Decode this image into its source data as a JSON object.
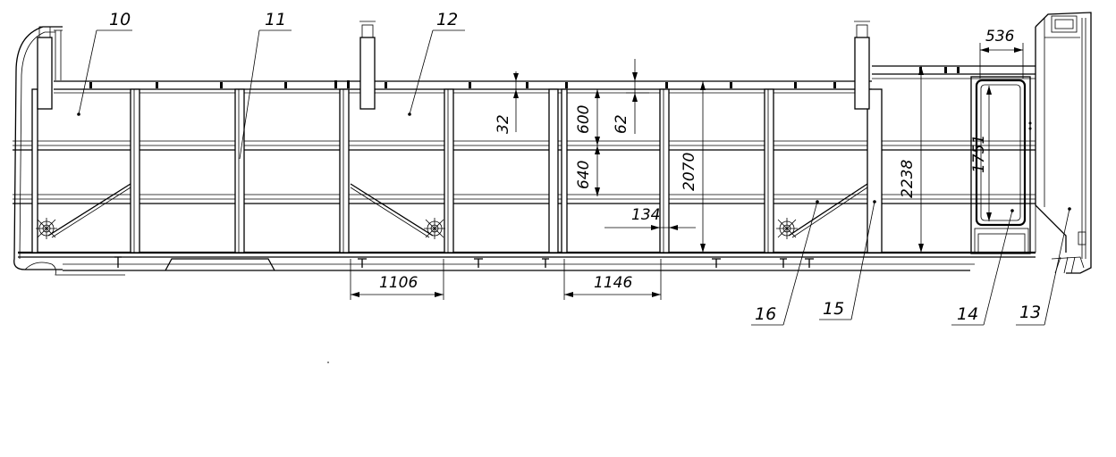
{
  "callouts": [
    "10",
    "11",
    "12",
    "13",
    "14",
    "15",
    "16"
  ],
  "dimensions": {
    "d1106": "1106",
    "d1146": "1146",
    "d536": "536",
    "d32": "32",
    "d600": "600",
    "d62": "62",
    "d640": "640",
    "d134": "134",
    "d2070": "2070",
    "d2238": "2238",
    "d1751": "1751"
  }
}
